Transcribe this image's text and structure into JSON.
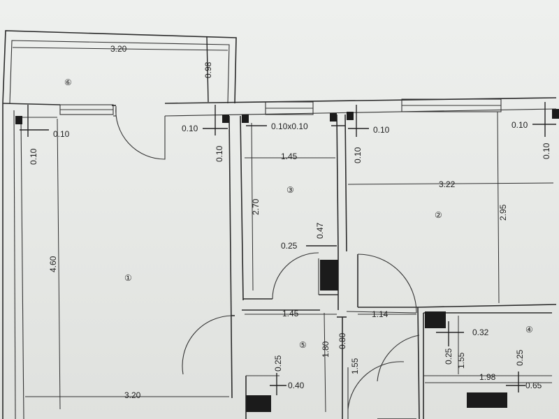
{
  "rooms": {
    "r1": "①",
    "r2": "②",
    "r3": "③",
    "r4": "④",
    "r5": "⑤",
    "r6": "⑥"
  },
  "dims": {
    "balcony_width": "3.20",
    "balcony_depth": "0.98",
    "col_left_w": "0.10",
    "col_left_h": "0.10",
    "col_mid_w": "0.10",
    "col_mid_h": "0.10",
    "col_r3": "0.10x0.10",
    "col_r2_w": "0.10",
    "col_r2_h": "0.10",
    "col_right_w": "0.10",
    "col_right_h": "0.10",
    "room3_width": "1.45",
    "room3_height": "2.70",
    "room2_width": "3.22",
    "room2_height": "2.95",
    "duct_width": "0.25",
    "duct_height": "0.47",
    "room1_height": "4.60",
    "room1_width": "3.20",
    "hall_width": "1.45",
    "hall_right": "1.14",
    "hall_height": "1.80",
    "hall_post": "0.80",
    "hall_post_h": "1.55",
    "r5_duct_h": "0.25",
    "r5_duct_w": "0.40",
    "r4_duct_w": "0.32",
    "r4_duct_h": "0.25",
    "r4_height": "1.55",
    "r4_width": "1.98",
    "r4_right_h": "0.25",
    "r4_right_w": "0.65"
  }
}
